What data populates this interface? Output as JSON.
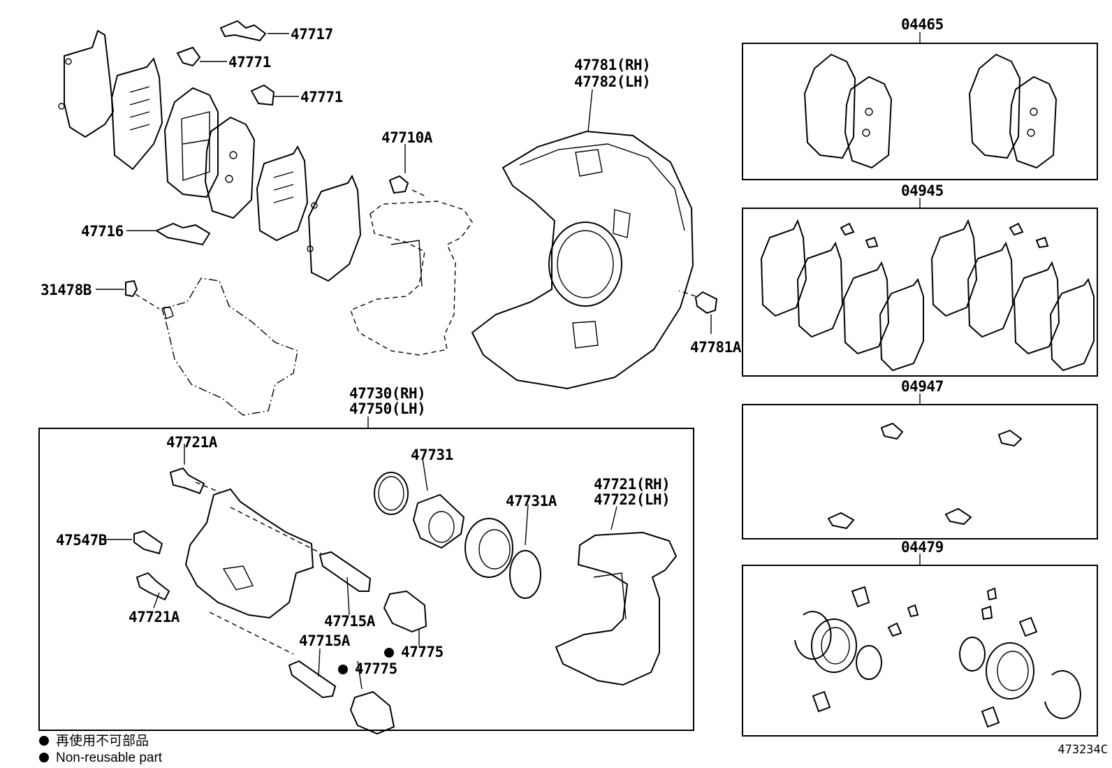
{
  "labels": {
    "p47717": "47717",
    "p47771a": "47771",
    "p47771b": "47771",
    "p47716": "47716",
    "p31478b": "31478B",
    "p47710a": "47710A",
    "p47781rh": "47781(RH)",
    "p47782lh": "47782(LH)",
    "p47781a": "47781A",
    "p47730rh": "47730(RH)",
    "p47750lh": "47750(LH)",
    "p47721a_top": "47721A",
    "p47547b": "47547B",
    "p47721a_bot": "47721A",
    "p47715a_1": "47715A",
    "p47715a_2": "47715A",
    "p47731": "47731",
    "p47731a": "47731A",
    "p47775_1": "47775",
    "p47775_2": "47775",
    "p47721rh": "47721(RH)",
    "p47722lh": "47722(LH)"
  },
  "kits": {
    "k04465": "04465",
    "k04945": "04945",
    "k04947": "04947",
    "k04479": "04479"
  },
  "legend": {
    "jp": "再使用不可部品",
    "en": "Non-reusable part"
  },
  "figure_id": "473234C"
}
